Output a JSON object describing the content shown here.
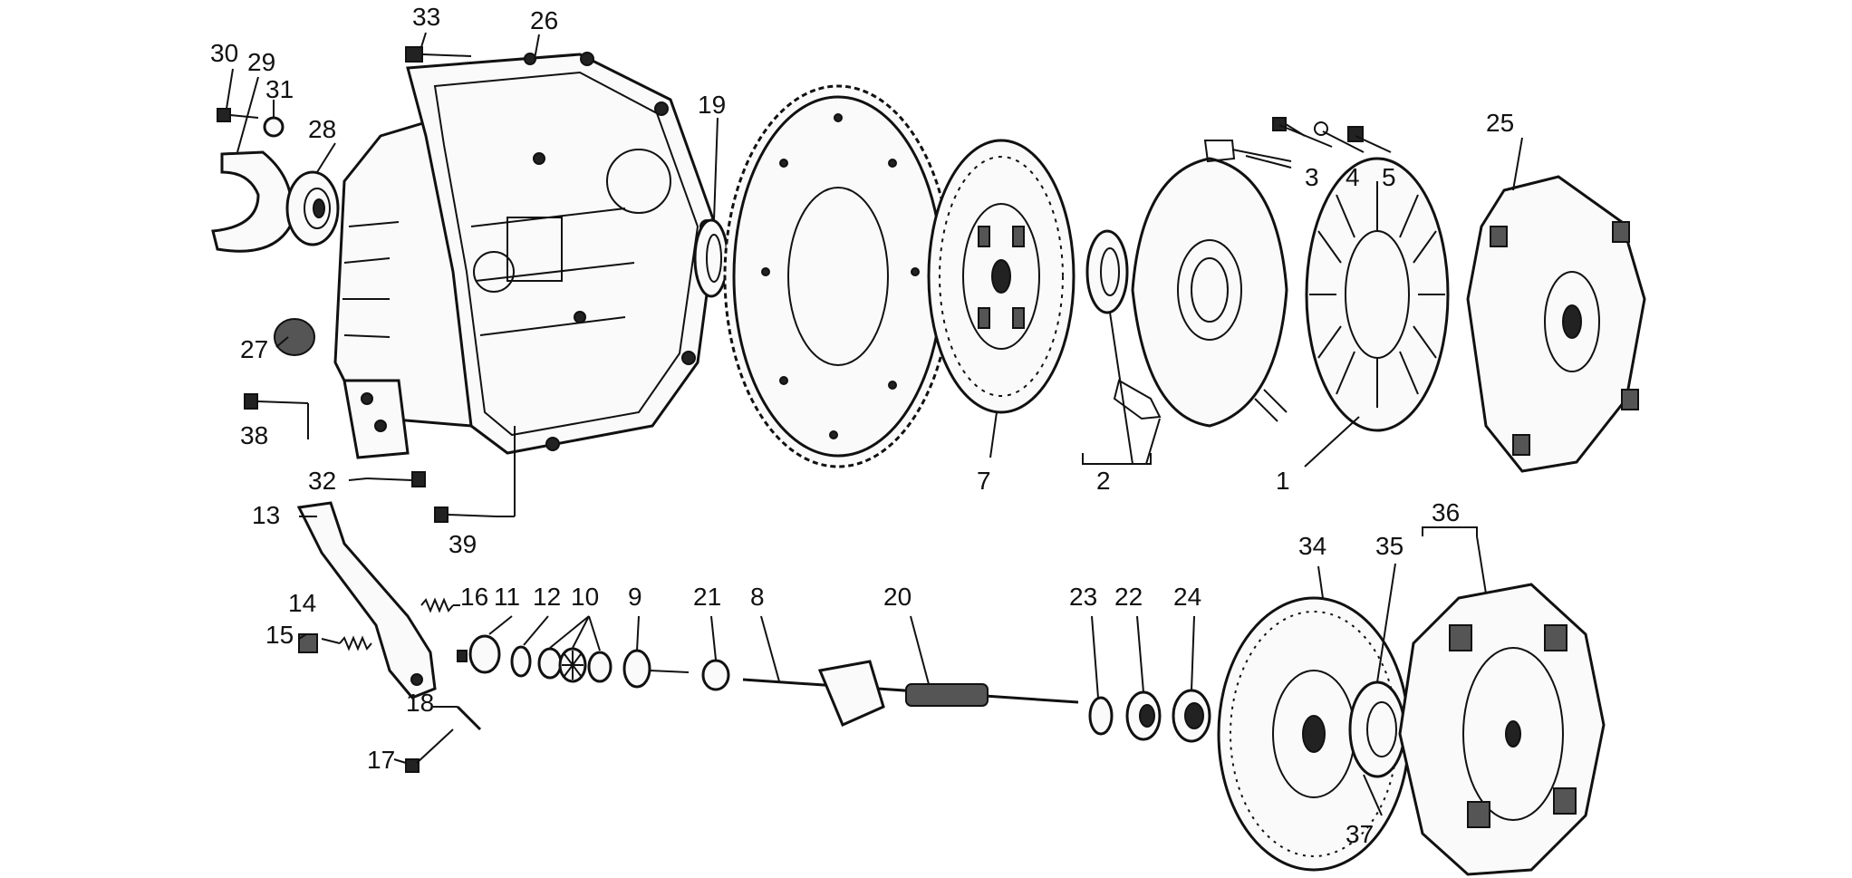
{
  "part_labels": {
    "p1": "1",
    "p2": "2",
    "p3": "3",
    "p4": "4",
    "p5": "5",
    "p7": "7",
    "p8": "8",
    "p9": "9",
    "p10": "10",
    "p11": "11",
    "p12": "12",
    "p13": "13",
    "p14": "14",
    "p15": "15",
    "p16": "16",
    "p17": "17",
    "p18": "18",
    "p19": "19",
    "p20": "20",
    "p21": "21",
    "p22": "22",
    "p23": "23",
    "p24": "24",
    "p25": "25",
    "p26": "26",
    "p27": "27",
    "p28": "28",
    "p29": "29",
    "p30": "30",
    "p31": "31",
    "p32": "32",
    "p33": "33",
    "p34": "34",
    "p35": "35",
    "p36": "36",
    "p37": "37",
    "p38": "38",
    "p39": "39"
  }
}
